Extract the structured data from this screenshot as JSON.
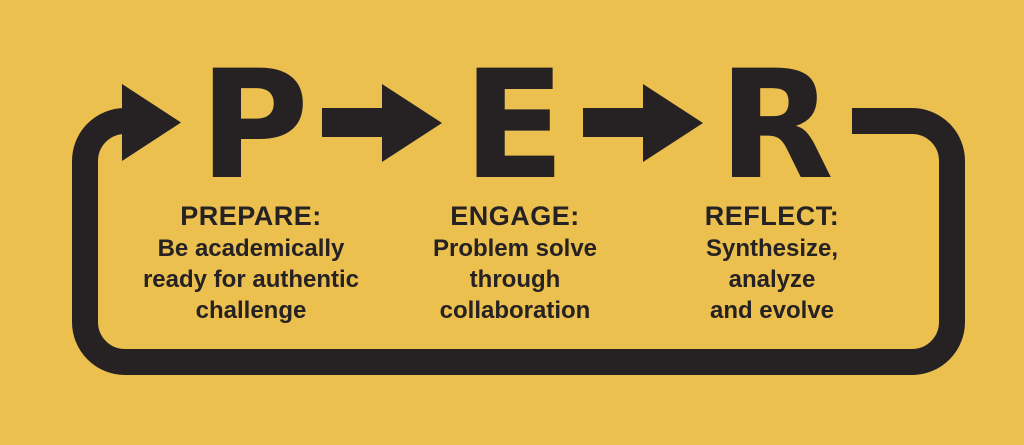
{
  "diagram": {
    "title_letters": {
      "p": "P",
      "e": "E",
      "r": "R"
    },
    "colors": {
      "background": "#EBC04F",
      "ink": "#262224"
    },
    "columns": [
      {
        "title": "PREPARE:",
        "body": "Be academically\nready for authentic\nchallenge"
      },
      {
        "title": "ENGAGE:",
        "body": "Problem solve\nthrough\ncollaboration"
      },
      {
        "title": "REFLECT:",
        "body": "Synthesize,\nanalyze\nand evolve"
      }
    ]
  }
}
